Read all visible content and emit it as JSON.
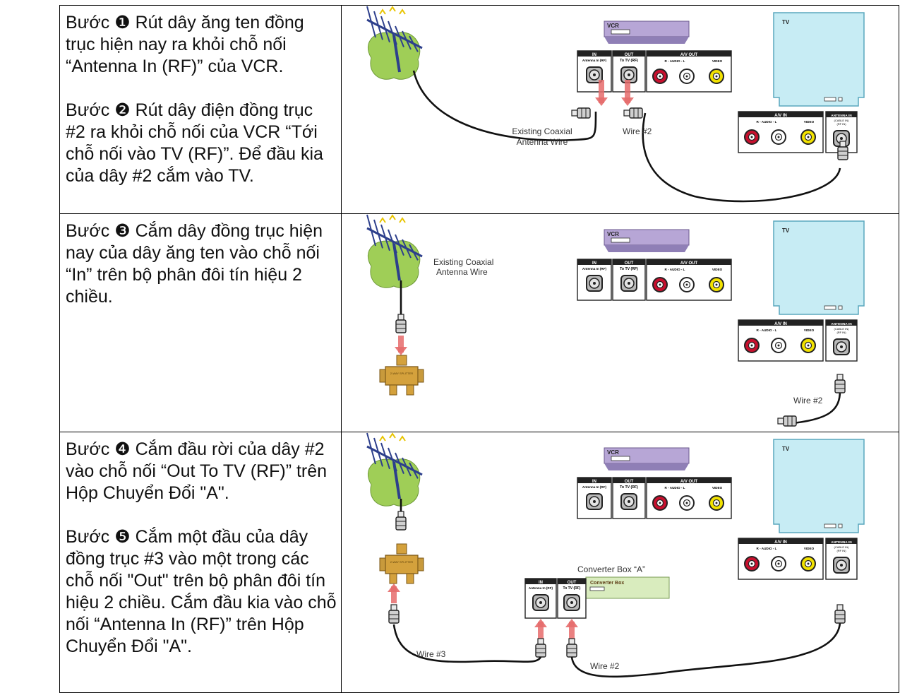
{
  "rows": [
    {
      "paragraphs": [
        "Bước ❶ Rút dây ăng ten đồng trục hiện nay ra khỏi chỗ nối “Antenna In (RF)” của VCR.",
        "Bước ❷ Rút dây điện đồng trục #2 ra khỏi chỗ nối  của VCR “Tới chỗ nối vào TV (RF)”.  Để đầu kia của dây #2 cắm vào TV."
      ],
      "labels": {
        "coax": [
          "Existing Coaxial",
          "Antenna Wire"
        ],
        "wire2": "Wire #2"
      }
    },
    {
      "paragraphs": [
        "Bước ❸ Cắm dây đồng trục hiện nay của dây ăng ten vào chỗ nối “In” trên bộ phân đôi tín hiệu 2 chiều."
      ],
      "labels": {
        "coax": [
          "Existing Coaxial",
          "Antenna Wire"
        ],
        "wire2": "Wire #2"
      }
    },
    {
      "paragraphs": [
        "Bước ❹ Cắm đầu rời của dây #2 vào chỗ nối “Out To TV (RF)” trên Hộp Chuyển Đổi \"A\".",
        "Bước ❺ Cắm một đầu của dây đồng trục #3 vào một trong các chỗ nối \"Out\" trên bộ phân đôi tín hiệu 2 chiều.  Cắm đầu kia vào chỗ nối  “Antenna In (RF)” trên Hộp Chuyển Đổi \"A\"."
      ],
      "labels": {
        "converter_title": "Converter Box “A”",
        "converter_box": "Converter Box",
        "wire3": "Wire #3",
        "wire2": "Wire #2"
      }
    }
  ],
  "device_labels": {
    "vcr": "VCR",
    "tv": "TV",
    "in": "IN",
    "out": "OUT",
    "av_out": "A/V OUT",
    "av_in": "A/V IN",
    "antenna_in_rf": "Antenna In (RF)",
    "to_tv_rf": "To TV (RF)",
    "audio": "R - AUDIO - L",
    "video": "VIDEO",
    "antenna_in": "ANTENNA IN",
    "cable_in": "(CABLE IN)",
    "rf_in": "(RF IN)",
    "splitter": "2-WAY SPLITTER"
  },
  "colors": {
    "antenna_foliage": "#9fce57",
    "vcr_body": "#b7a6d6",
    "tv_screen": "#c7ecf4",
    "converter_body": "#d9ecbe",
    "splitter_gold": "#d4a13c",
    "arrow_red": "#e66b6b"
  }
}
